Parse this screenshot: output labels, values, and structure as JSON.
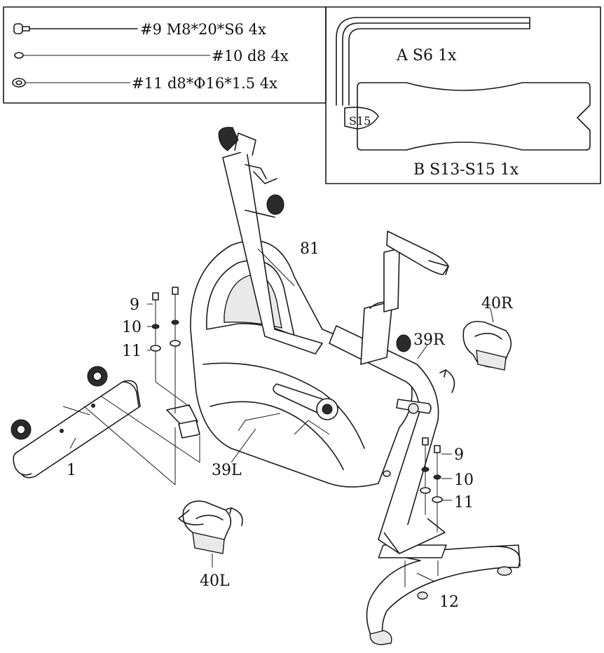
{
  "hardware": [
    {
      "id": "hw9",
      "text": "#9 M8*20*S6 4x"
    },
    {
      "id": "hw10",
      "text": "#10 d8 4x"
    },
    {
      "id": "hw11",
      "text": "#11 d8*Φ16*1.5 4x"
    }
  ],
  "tools": {
    "allen_key": "A S6 1x",
    "wrench": "B S13-S15 1x",
    "wrench_size": "S15"
  },
  "callouts": {
    "frame": "81",
    "front_stabilizer": "1",
    "rear_stabilizer": "12",
    "crank_left": "39L",
    "crank_right": "39R",
    "pedal_left": "40L",
    "pedal_right": "40R",
    "bolt_a": "9",
    "washer_a": "10",
    "flat_washer_a": "11",
    "bolt_b": "9",
    "washer_b": "10",
    "flat_washer_b": "11"
  }
}
